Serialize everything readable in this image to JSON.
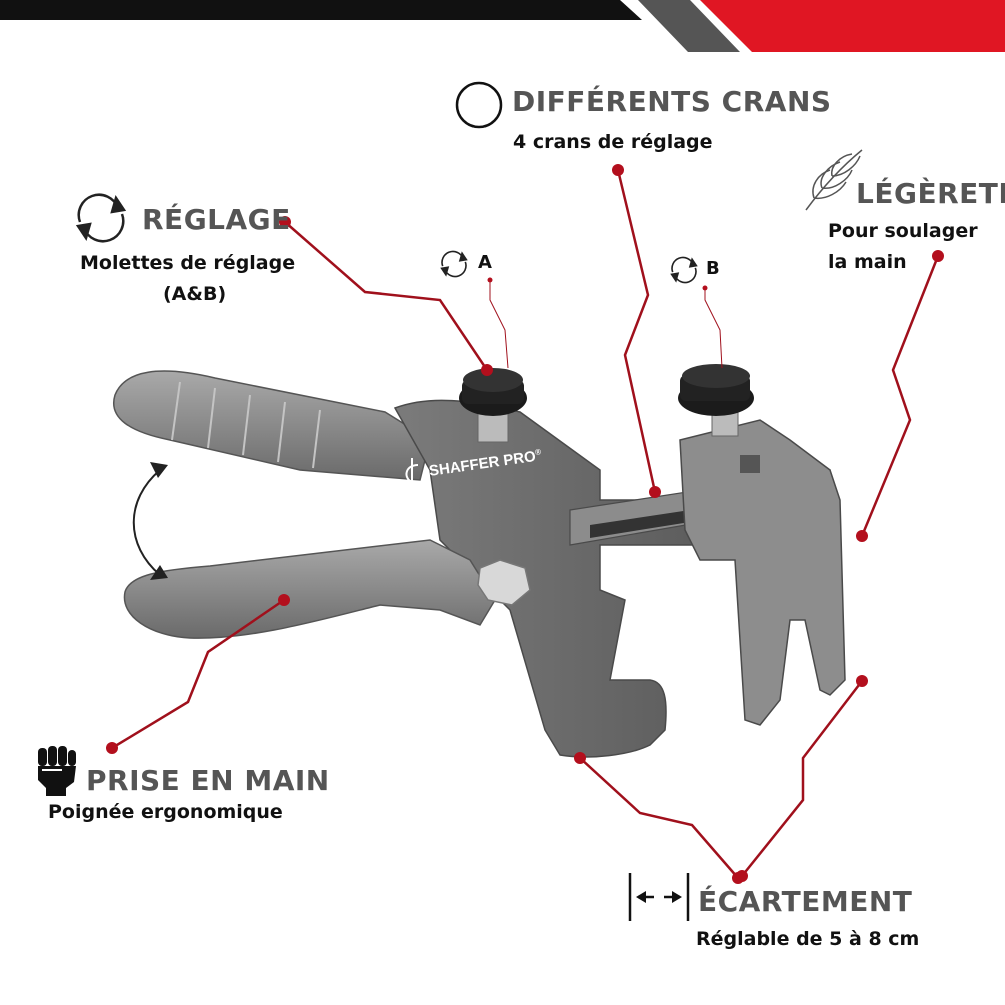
{
  "brand": {
    "logo_text": "SHAFFER PRO",
    "registered_mark": "®"
  },
  "colors": {
    "accent_red": "#c0101f",
    "banner_red": "#e01623",
    "banner_black": "#111111",
    "title_gray": "#555555",
    "leader_red": "#a0101c"
  },
  "features": {
    "reglage": {
      "title": "RÉGLAGE",
      "subtitle_line1": "Molettes de réglage",
      "subtitle_line2": "(A&B)",
      "icon": "rotate-arrows-icon"
    },
    "crans": {
      "title": "DIFFÉRENTS CRANS",
      "subtitle": "4 crans de réglage",
      "icon": "circle-icon"
    },
    "legerete": {
      "title": "LÉGÈRETÉ",
      "subtitle_line1": "Pour soulager",
      "subtitle_line2": "la main",
      "icon": "feather-icon"
    },
    "prise": {
      "title": "PRISE EN MAIN",
      "subtitle": "Poignée ergonomique",
      "icon": "fist-icon"
    },
    "ecartement": {
      "title": "ÉCARTEMENT",
      "subtitle": "Réglable de 5 à 8 cm",
      "icon": "width-arrows-icon"
    }
  },
  "knobs": {
    "a": {
      "label": "A",
      "icon": "rotate-arrows-icon"
    },
    "b": {
      "label": "B",
      "icon": "rotate-arrows-icon"
    }
  }
}
